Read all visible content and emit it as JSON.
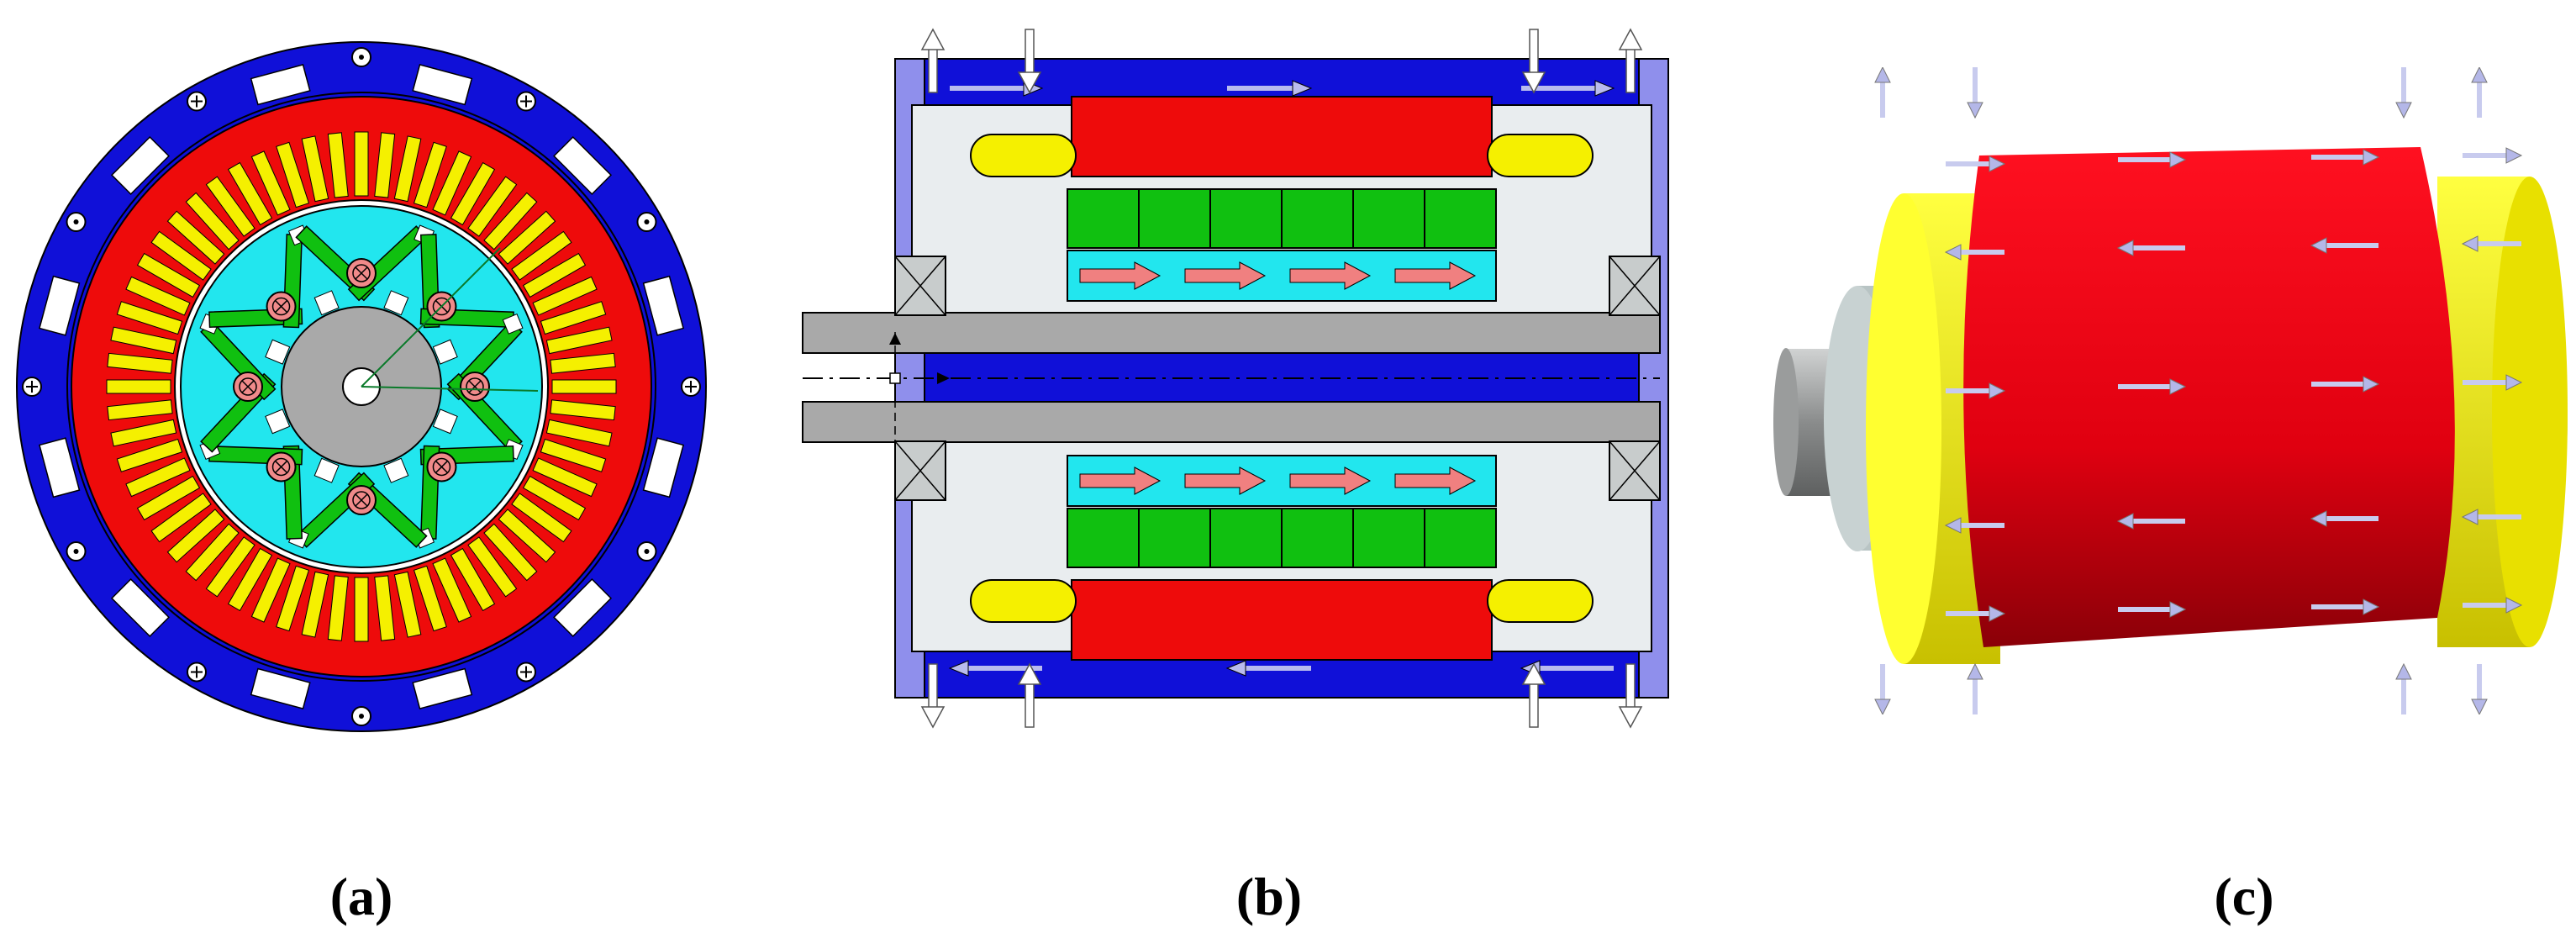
{
  "figure": {
    "panels": [
      {
        "id": "a",
        "caption": "(a)",
        "view": "cross-section"
      },
      {
        "id": "b",
        "caption": "(b)",
        "view": "longitudinal-section"
      },
      {
        "id": "c",
        "caption": "(c)",
        "view": "3d-model"
      }
    ]
  },
  "colors": {
    "housing": "#1010d8",
    "stator_yoke": "#ee0b0b",
    "stator_teeth": "#f5f000",
    "rotor_core": "#22e6ee",
    "magnets": "#10c010",
    "shaft": "#a9a9a9",
    "end_cap": "#8f8fec",
    "cavity": "#e9edef",
    "flow_arrow": "#f08080",
    "cooling_arrow": "#b9bbee"
  },
  "icons": [
    "flow-arrow-icon",
    "coolant-arrow-icon",
    "bearing-icon",
    "conductor-in-icon",
    "conductor-out-icon"
  ]
}
